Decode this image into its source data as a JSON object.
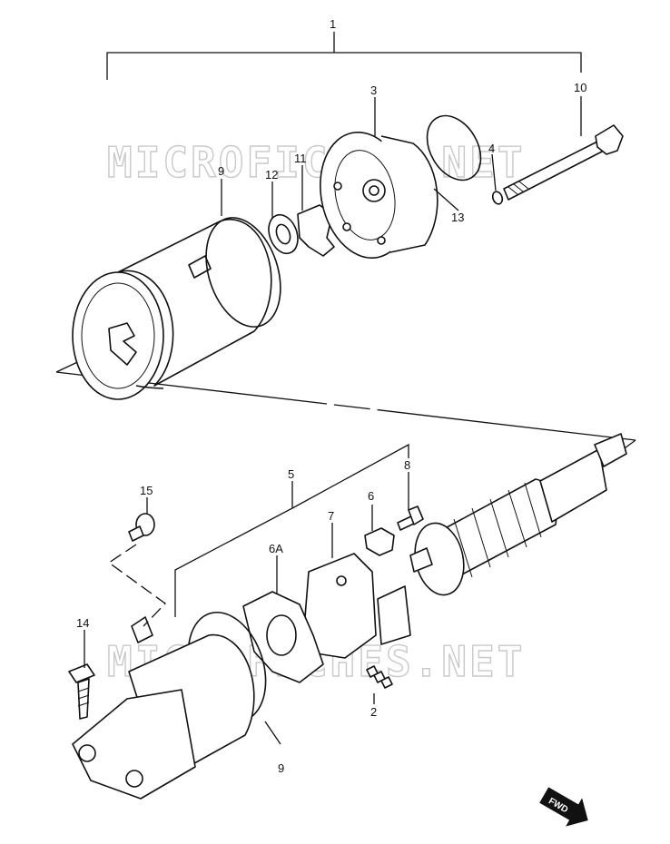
{
  "watermark": "MICROFICHES.NET",
  "fwd_label": "FWD",
  "callouts": {
    "c1": "1",
    "c2": "2",
    "c3": "3",
    "c4": "4",
    "c5": "5",
    "c6": "6",
    "c6a": "6A",
    "c7": "7",
    "c8": "8",
    "c9_top": "9",
    "c9_bottom": "9",
    "c10": "10",
    "c11": "11",
    "c12": "12",
    "c13": "13",
    "c14": "14",
    "c15": "15"
  }
}
